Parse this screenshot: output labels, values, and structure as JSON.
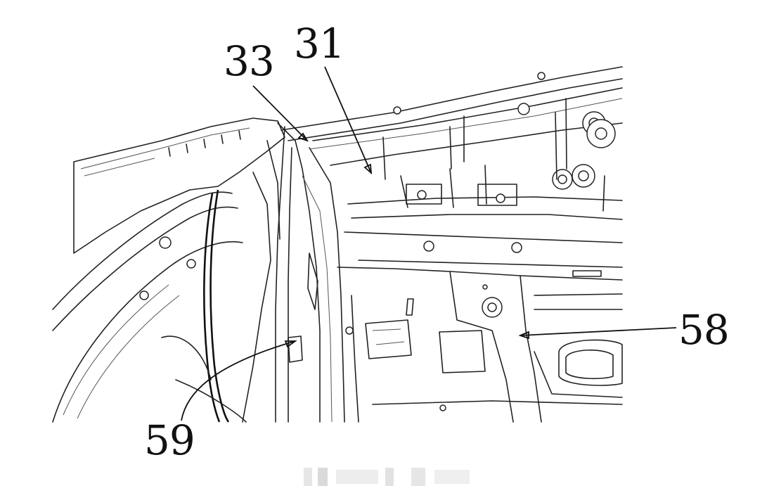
{
  "labels": {
    "l33": "33",
    "l31": "31",
    "l58": "58",
    "l59": "59"
  }
}
